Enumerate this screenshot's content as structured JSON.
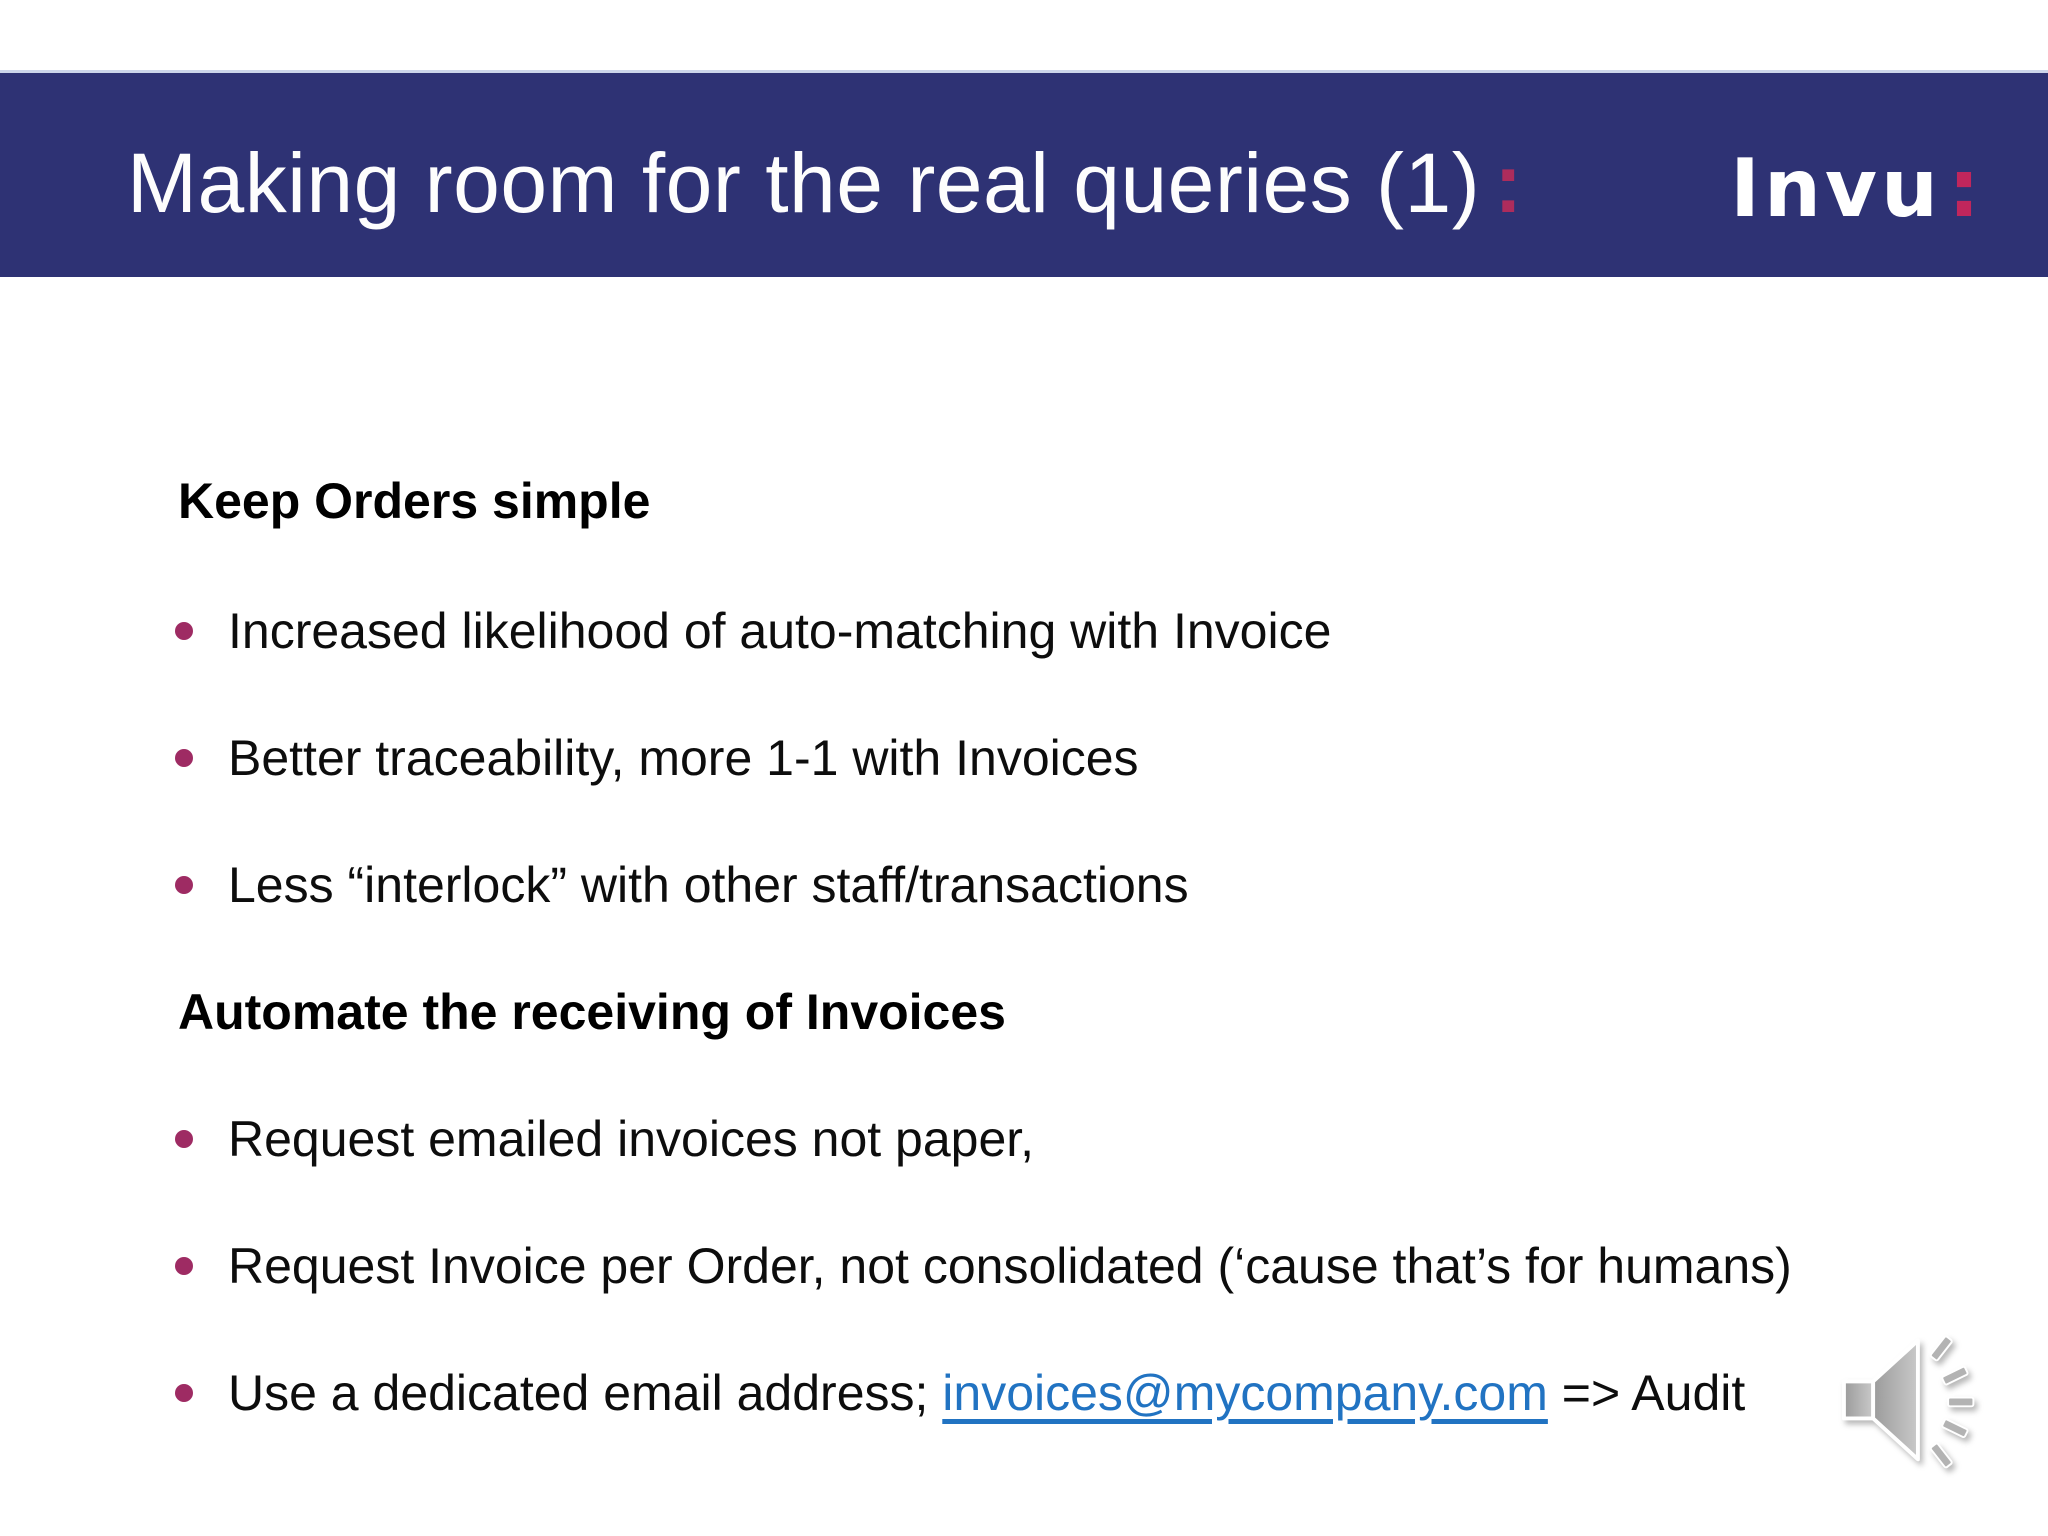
{
  "header": {
    "title": "Making room for the real queries (1)",
    "title_colon": ":",
    "logo_text": "Invu",
    "logo_colon": ":"
  },
  "content": {
    "section1": {
      "heading": "Keep Orders simple",
      "bullets": [
        "Increased likelihood of auto-matching with Invoice",
        "Better traceability, more 1-1 with Invoices",
        "Less “interlock” with other staff/transactions"
      ]
    },
    "section2": {
      "heading": "Automate the receiving of Invoices",
      "bullets": [
        "Request emailed invoices not paper,",
        "Request Invoice per Order, not consolidated (‘cause that’s for humans)"
      ],
      "email_bullet": {
        "pre": "Use a dedicated email address; ",
        "link_text": "invoices@mycompany.com",
        "post": " => Audit"
      }
    }
  },
  "icons": {
    "audio": "speaker-icon"
  },
  "colors": {
    "header_bg": "#2e3274",
    "header_top_edge": "#ccd5ea",
    "title_text": "#fdfdfd",
    "accent_magenta": "#ad2c5c",
    "logo_colon_pink": "#c0265c",
    "bullet_dot": "#9e2b63",
    "body_text": "#0d0d0d",
    "link_blue": "#2173c2",
    "speaker_gray": "#a8a8a8"
  }
}
